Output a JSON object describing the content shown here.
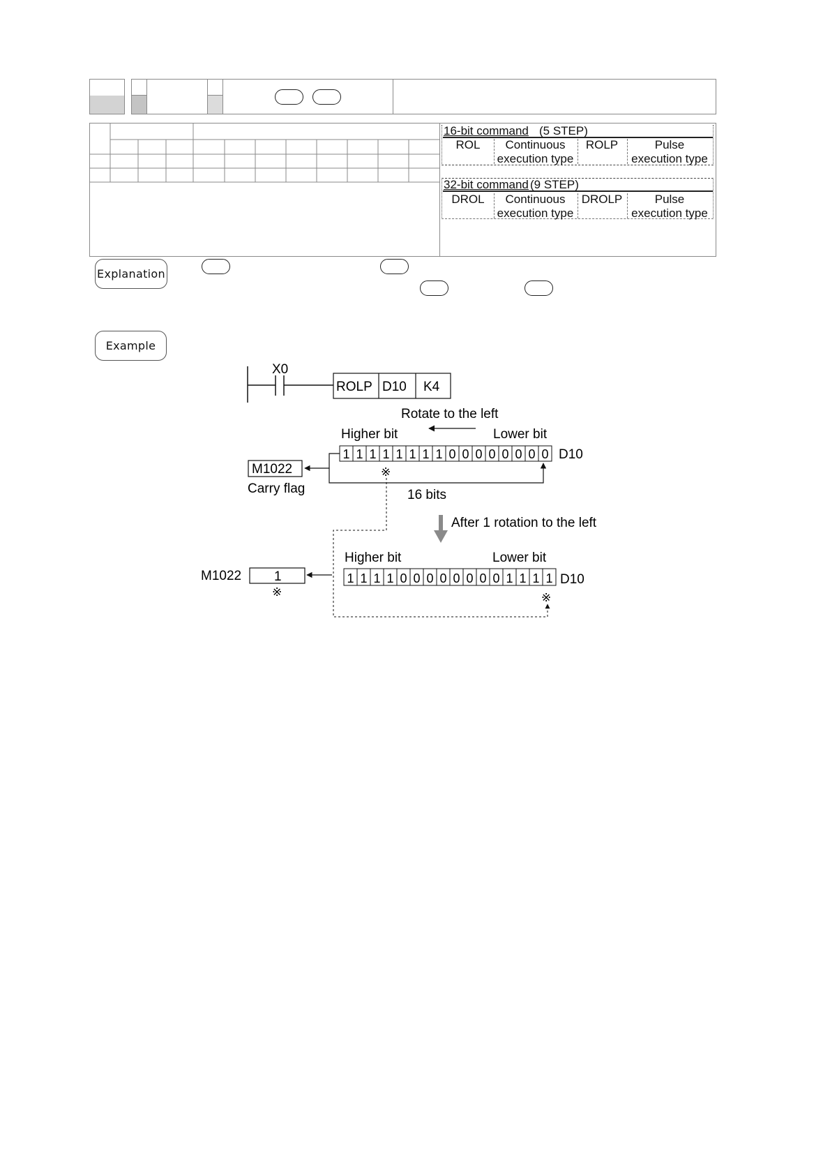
{
  "labels": {
    "explanation": "Explanation",
    "example": "Example"
  },
  "commands": {
    "cmd16": {
      "header": "16-bit command",
      "steps": "(5 STEP)",
      "continuous_name": "ROL",
      "continuous_type": [
        "Continuous",
        "execution type"
      ],
      "pulse_name": "ROLP",
      "pulse_type": [
        "Pulse",
        "execution type"
      ]
    },
    "cmd32": {
      "header": "32-bit command",
      "steps": "(9 STEP)",
      "continuous_name": "DROL",
      "continuous_type": [
        "Continuous",
        "execution type"
      ],
      "pulse_name": "DROLP",
      "pulse_type": [
        "Pulse",
        "execution type"
      ]
    }
  },
  "diagram": {
    "contact_label": "X0",
    "instruction": [
      "ROLP",
      "D10",
      "K4"
    ],
    "rotate_label": "Rotate to the left",
    "higher_bit": "Higher bit",
    "lower_bit": "Lower bit",
    "before_bits": [
      "1",
      "1",
      "1",
      "1",
      "1",
      "1",
      "1",
      "1",
      "0",
      "0",
      "0",
      "0",
      "0",
      "0",
      "0",
      "0"
    ],
    "register": "D10",
    "carry_register": "M1022",
    "carry_label": "Carry flag",
    "bits_label": "16 bits",
    "after_label": "After 1 rotation to the left",
    "after_bits": [
      "1",
      "1",
      "1",
      "1",
      "0",
      "0",
      "0",
      "0",
      "0",
      "0",
      "0",
      "0",
      "1",
      "1",
      "1",
      "1"
    ],
    "after_carry_register": "M1022",
    "after_carry_value": "1",
    "marker": "※"
  }
}
